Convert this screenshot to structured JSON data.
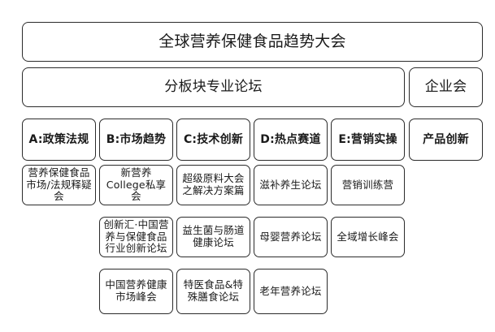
{
  "diagram": {
    "type": "organizational-tree",
    "background_color": "#ffffff",
    "border_color": "#2b2b2b",
    "text_color": "#1a1a1a"
  },
  "title": {
    "label": "全球营养保健食品趋势大会"
  },
  "bands": {
    "forum": "分板块专业论坛",
    "enterprise": "企业会"
  },
  "categories": [
    {
      "key": "a",
      "label": "A:政策法规"
    },
    {
      "key": "b",
      "label": "B:市场趋势"
    },
    {
      "key": "c",
      "label": "C:技术创新"
    },
    {
      "key": "d",
      "label": "D:热点赛道"
    },
    {
      "key": "e",
      "label": "E:营销实操"
    },
    {
      "key": "f",
      "label": "产品创新"
    }
  ],
  "sessions": {
    "a": [
      "营养保健食品市场/法规释疑会"
    ],
    "b": [
      "新营养College私享会",
      "创新汇·中国营养与保健食品行业创新论坛",
      "中国营养健康市场峰会"
    ],
    "c": [
      "超级原料大会之解决方案篇",
      "益生菌与肠道健康论坛",
      "特医食品&特殊膳食论坛"
    ],
    "d": [
      "滋补养生论坛",
      "母婴营养论坛",
      "老年营养论坛"
    ],
    "e": [
      "营销训练营",
      "全域增长峰会"
    ],
    "f": []
  }
}
